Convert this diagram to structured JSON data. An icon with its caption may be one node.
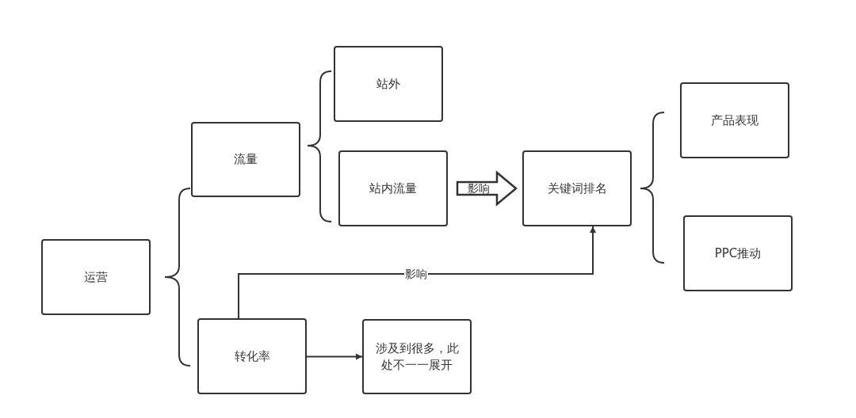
{
  "diagram": {
    "nodes": [
      {
        "text": [
          "运营"
        ]
      },
      {
        "text": [
          "流量"
        ]
      },
      {
        "text": [
          "转化率"
        ]
      },
      {
        "text": [
          "站外"
        ]
      },
      {
        "text": [
          "站内流量"
        ]
      },
      {
        "text": [
          "关键词排名"
        ]
      },
      {
        "text": [
          "产品表现"
        ]
      },
      {
        "text": [
          "PPC推动"
        ]
      },
      {
        "text": [
          "涉及到很多，此处不一一展开"
        ]
      }
    ],
    "edges": [
      {
        "from": 4,
        "to": 5,
        "arrow": "to",
        "label": "影响",
        "style": "thick"
      },
      {
        "from": 2,
        "to": 5,
        "arrow": "to",
        "label": "影响"
      },
      {
        "from": 2,
        "to": 8,
        "arrow": "to"
      }
    ]
  }
}
